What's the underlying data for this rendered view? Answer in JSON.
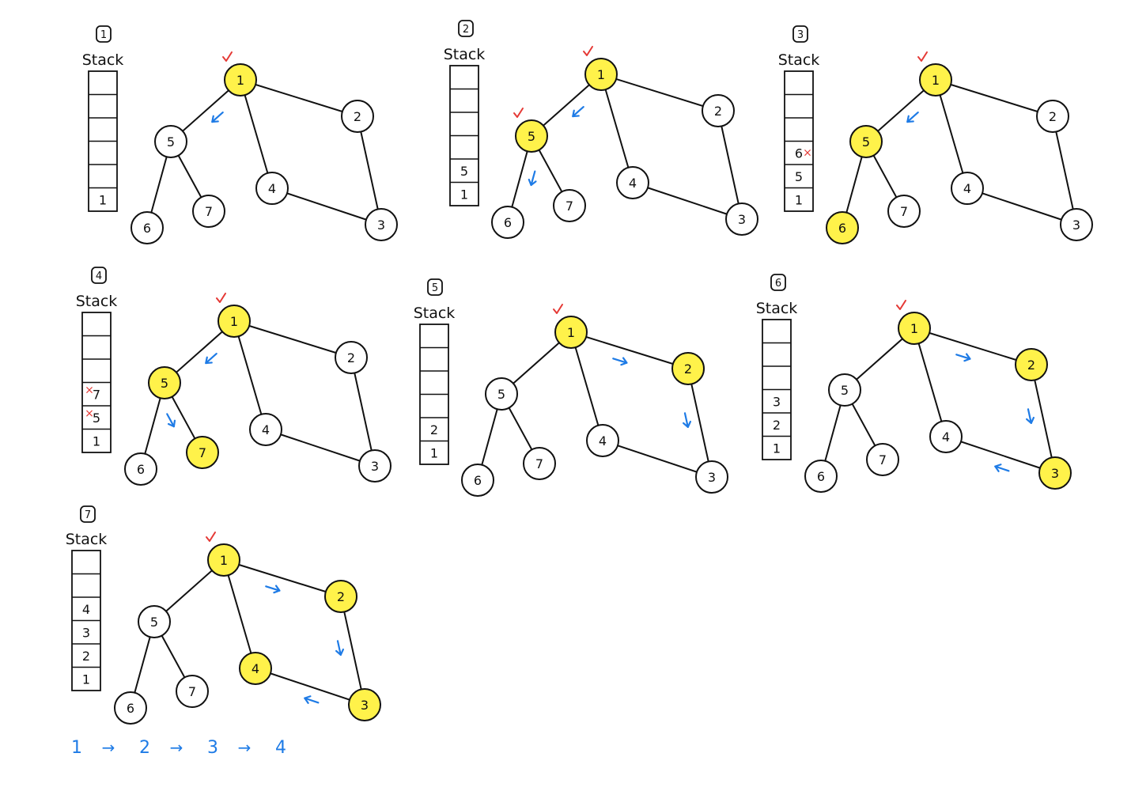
{
  "stack_title": "Stack",
  "colors": {
    "ink": "#111111",
    "highlight": "#fff24a",
    "arrow": "#1e7be6",
    "mark": "#e53935"
  },
  "edges": [
    [
      "1",
      "5"
    ],
    [
      "1",
      "4"
    ],
    [
      "1",
      "2"
    ],
    [
      "5",
      "6"
    ],
    [
      "5",
      "7"
    ],
    [
      "4",
      "3"
    ],
    [
      "2",
      "3"
    ]
  ],
  "panes": [
    {
      "label": "1",
      "stack": [
        "1"
      ],
      "crossed": [],
      "highlighted": [
        "1"
      ],
      "checked": [
        "1"
      ],
      "arrows": [
        "1-5"
      ]
    },
    {
      "label": "2",
      "stack": [
        "1",
        "5"
      ],
      "crossed": [],
      "highlighted": [
        "1",
        "5"
      ],
      "checked": [
        "1",
        "5"
      ],
      "arrows": [
        "1-5",
        "5-6"
      ]
    },
    {
      "label": "3",
      "stack": [
        "1",
        "5",
        "6"
      ],
      "crossed": [
        "6"
      ],
      "highlighted": [
        "1",
        "5",
        "6"
      ],
      "checked": [
        "1"
      ],
      "arrows": [
        "1-5"
      ]
    },
    {
      "label": "4",
      "stack": [
        "1",
        "5",
        "7"
      ],
      "crossed": [
        "5",
        "7"
      ],
      "highlighted": [
        "1",
        "5",
        "7"
      ],
      "checked": [
        "1"
      ],
      "arrows": [
        "1-5",
        "5-7"
      ]
    },
    {
      "label": "5",
      "stack": [
        "1",
        "2"
      ],
      "crossed": [],
      "highlighted": [
        "1",
        "2"
      ],
      "checked": [
        "1"
      ],
      "arrows": [
        "1-2",
        "2-3"
      ]
    },
    {
      "label": "6",
      "stack": [
        "1",
        "2",
        "3"
      ],
      "crossed": [],
      "highlighted": [
        "1",
        "2",
        "3"
      ],
      "checked": [
        "1"
      ],
      "arrows": [
        "1-2",
        "2-3",
        "3-4"
      ]
    },
    {
      "label": "7",
      "stack": [
        "1",
        "2",
        "3",
        "4"
      ],
      "crossed": [],
      "highlighted": [
        "1",
        "2",
        "3",
        "4"
      ],
      "checked": [
        "1"
      ],
      "arrows": [
        "1-2",
        "2-3",
        "3-4"
      ]
    }
  ],
  "order": {
    "nodes": [
      "1",
      "2",
      "3",
      "4"
    ],
    "arrow_glyph": "→"
  }
}
